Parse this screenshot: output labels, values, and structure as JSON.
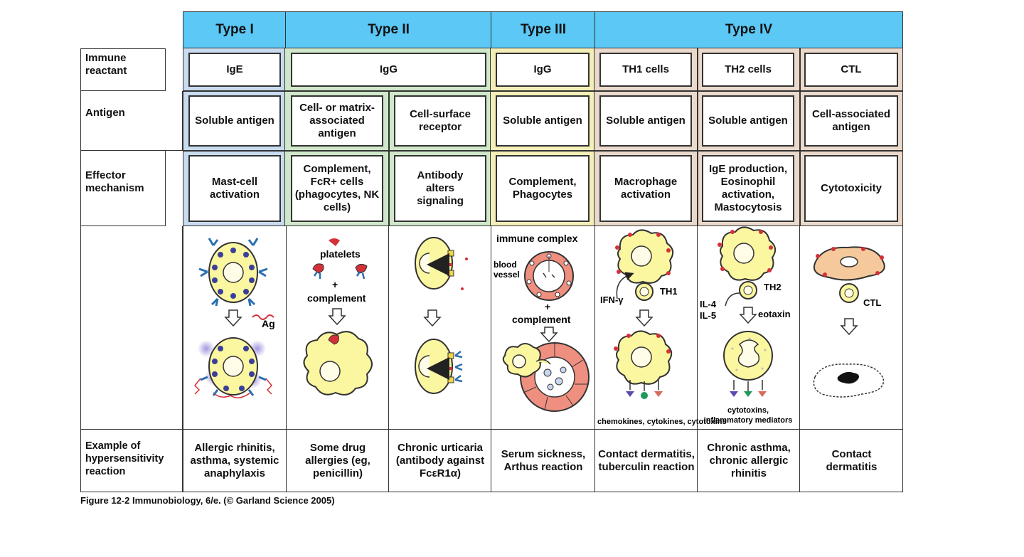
{
  "headers": {
    "type1": "Type I",
    "type2": "Type II",
    "type3": "Type III",
    "type4": "Type IV"
  },
  "row_labels": {
    "immune_reactant": "Immune reactant",
    "antigen": "Antigen",
    "effector_mechanism": "Effector mechanism",
    "example": "Example of hypersensitivity reaction"
  },
  "immune_reactant": {
    "type1": "IgE",
    "type2": "IgG",
    "type3": "IgG",
    "th1": "TH1 cells",
    "th2": "TH2 cells",
    "ctl": "CTL"
  },
  "antigen": {
    "type1": "Soluble antigen",
    "type2a": "Cell- or matrix-associated antigen",
    "type2b": "Cell-surface receptor",
    "type3": "Soluble antigen",
    "th1": "Soluble antigen",
    "th2": "Soluble antigen",
    "ctl": "Cell-associated antigen"
  },
  "effector": {
    "type1": "Mast-cell activation",
    "type2a": "Complement, FcR+ cells (phagocytes, NK cells)",
    "type2b": "Antibody alters signaling",
    "type3": "Complement, Phagocytes",
    "th1": "Macrophage activation",
    "th2": "IgE production, Eosinophil activation, Mastocytosis",
    "ctl": "Cytotoxicity"
  },
  "illustration_labels": {
    "ag": "Ag",
    "platelets": "platelets",
    "plus1": "+",
    "complement1": "complement",
    "immune_complex": "immune complex",
    "blood_vessel": "blood vessel",
    "plus2": "+",
    "complement2": "complement",
    "ifn": "IFN-γ",
    "th1_cell": "TH1",
    "chemokines": "chemokines, cytokines, cytotoxins",
    "il4": "IL-4",
    "il5": "IL-5",
    "th2_cell": "TH2",
    "eotaxin": "eotaxin",
    "cytotoxins": "cytotoxins, inflammatory mediators",
    "ctl_cell": "CTL"
  },
  "examples": {
    "type1": "Allergic rhinitis, asthma, systemic anaphylaxis",
    "type2a": "Some drug allergies (eg, penicillin)",
    "type2b": "Chronic urticaria (antibody against FcεR1α)",
    "type3": "Serum sickness, Arthus reaction",
    "th1": "Contact dermatitis, tuberculin reaction",
    "th2": "Chronic asthma, chronic allergic rhinitis",
    "ctl": "Contact dermatitis"
  },
  "caption": "Figure 12-2 Immunobiology, 6/e. (© Garland Science 2005)",
  "colors": {
    "header": "#5bc8f5",
    "type1_band": "#c8dbef",
    "type2_band": "#cfe8c9",
    "type3_band": "#f4efb7",
    "type4_band": "#ead9cb",
    "cell_yellow": "#fbf6a0",
    "granule": "#3a3f9a",
    "antibody": "#2a6fb0",
    "red": "#d4303a",
    "vessel": "#ef8f80"
  }
}
